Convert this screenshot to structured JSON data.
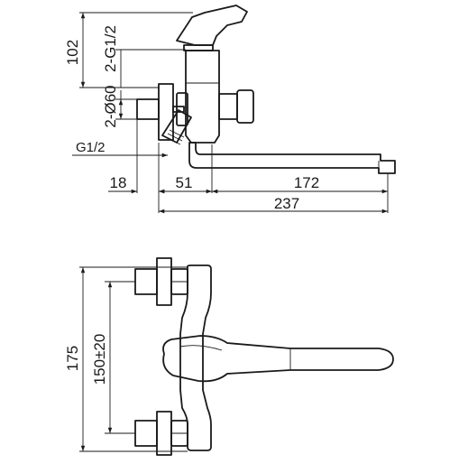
{
  "side_view": {
    "dims": {
      "height_102": "102",
      "thread_2g12": "2-G1/2",
      "flange_2d60": "2-Ø60",
      "thread_g12": "G1/2",
      "offset_18": "18",
      "offset_51": "51",
      "spout_172": "172",
      "total_237": "237"
    }
  },
  "front_view": {
    "dims": {
      "height_175": "175",
      "centers_150": "150±20"
    }
  }
}
